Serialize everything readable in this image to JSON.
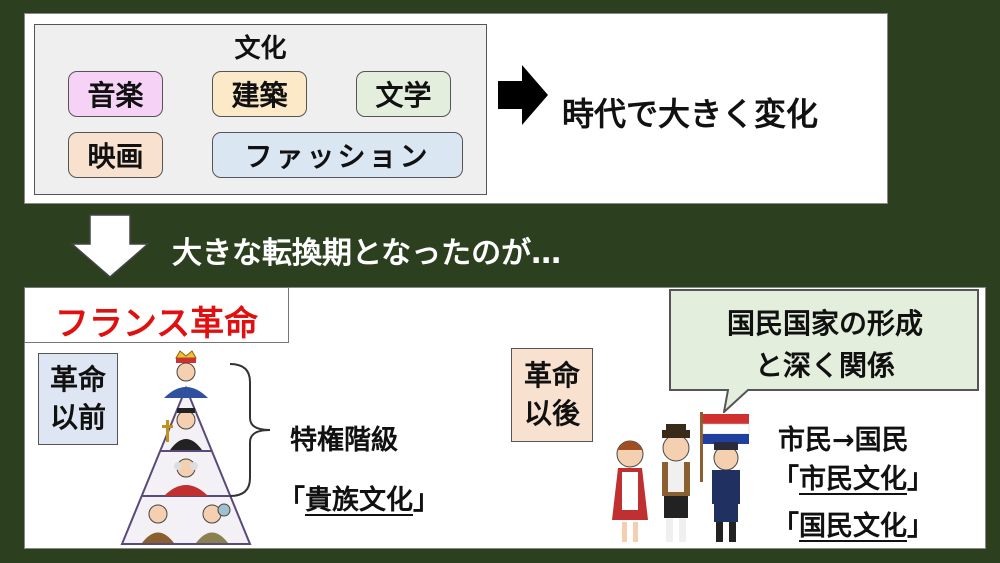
{
  "culture": {
    "title": "文化",
    "items": {
      "music": "音楽",
      "architecture": "建築",
      "literature": "文学",
      "film": "映画",
      "fashion": "ファッション"
    }
  },
  "change_text": "時代で大きく変化",
  "transition_text": "大きな転換期となったのが…",
  "revolution_title": "フランス革命",
  "before": {
    "line1": "革命",
    "line2": "以前"
  },
  "after": {
    "line1": "革命",
    "line2": "以後"
  },
  "privileged": "特権階級",
  "aristocratic_culture": {
    "open": "「",
    "text": "貴族文化",
    "close": "」"
  },
  "callout": {
    "line1": "国民国家の形成",
    "line2": "と深く関係"
  },
  "citizen_to_nation": "市民→国民",
  "civic_culture": {
    "open": "「",
    "text": "市民文化",
    "close": "」"
  },
  "national_culture": {
    "open": "「",
    "text": "国民文化",
    "close": "」"
  },
  "colors": {
    "background": "#2c4020",
    "revolution_red": "#e01010",
    "music_pill": "#f6d3f6",
    "architecture_pill": "#fbe9c8",
    "literature_pill": "#e4eedd",
    "film_pill": "#f9e1d0",
    "fashion_pill": "#dbe6f3",
    "callout_fill": "#e4eedd",
    "before_box": "#dde6f2",
    "after_box": "#f9e1d0"
  }
}
